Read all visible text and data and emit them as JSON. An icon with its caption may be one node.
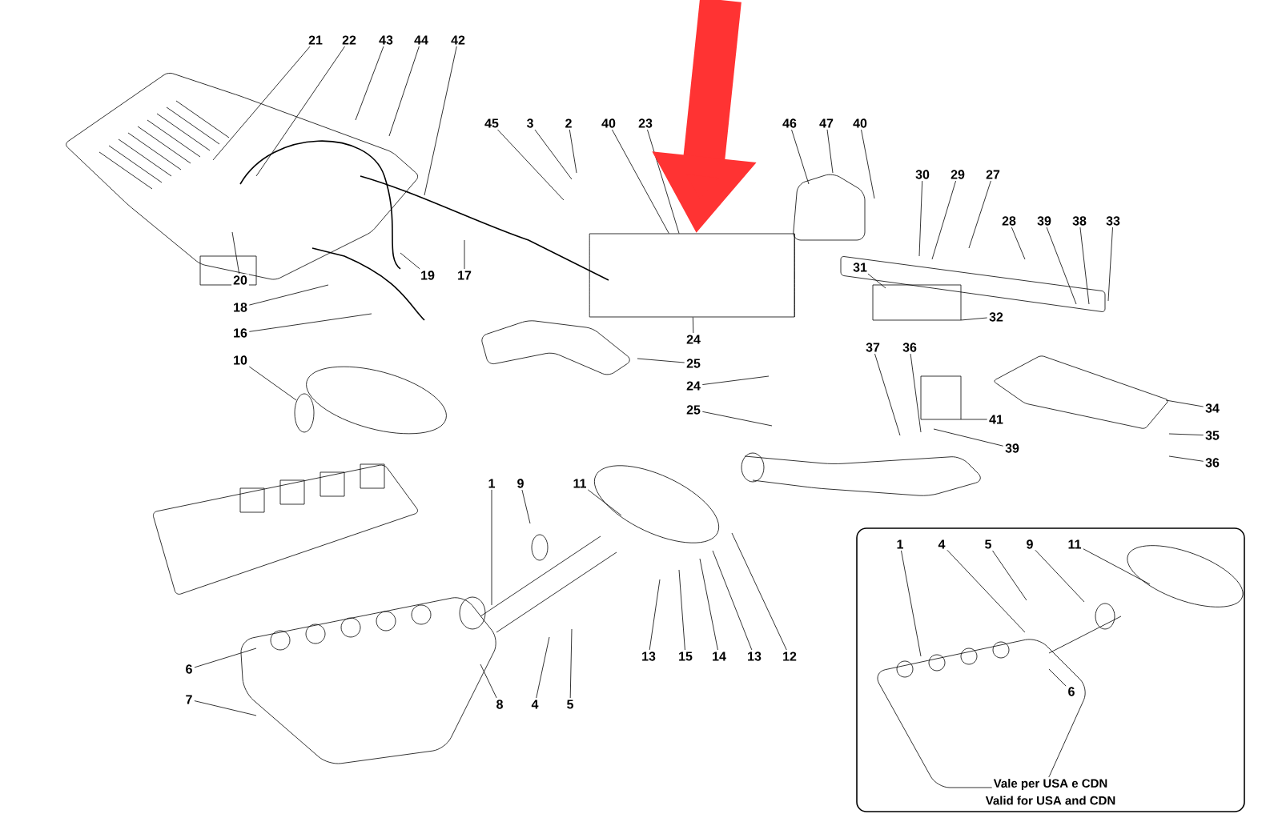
{
  "diagram": {
    "nodes": [
      {
        "text": [
          "21"
        ]
      },
      {
        "text": [
          "22"
        ]
      },
      {
        "text": [
          "43"
        ]
      },
      {
        "text": [
          "44"
        ]
      },
      {
        "text": [
          "42"
        ]
      },
      {
        "text": [
          "45"
        ]
      },
      {
        "text": [
          "3"
        ]
      },
      {
        "text": [
          "2"
        ]
      },
      {
        "text": [
          "40"
        ]
      },
      {
        "text": [
          "23"
        ]
      },
      {
        "text": [
          "46"
        ]
      },
      {
        "text": [
          "47"
        ]
      },
      {
        "text": [
          "40"
        ]
      },
      {
        "text": [
          "30"
        ]
      },
      {
        "text": [
          "29"
        ]
      },
      {
        "text": [
          "27"
        ]
      },
      {
        "text": [
          "20"
        ]
      },
      {
        "text": [
          "19"
        ]
      },
      {
        "text": [
          "17"
        ]
      },
      {
        "text": [
          "18"
        ]
      },
      {
        "text": [
          "16"
        ]
      },
      {
        "text": [
          "10"
        ]
      },
      {
        "text": [
          "28"
        ]
      },
      {
        "text": [
          "39"
        ]
      },
      {
        "text": [
          "38"
        ]
      },
      {
        "text": [
          "33"
        ]
      },
      {
        "text": [
          "31"
        ]
      },
      {
        "text": [
          "32"
        ]
      },
      {
        "text": [
          "24"
        ]
      },
      {
        "text": [
          "25"
        ]
      },
      {
        "text": [
          "24"
        ]
      },
      {
        "text": [
          "25"
        ]
      },
      {
        "text": [
          "37"
        ]
      },
      {
        "text": [
          "36"
        ]
      },
      {
        "text": [
          "34"
        ]
      },
      {
        "text": [
          "41"
        ]
      },
      {
        "text": [
          "35"
        ]
      },
      {
        "text": [
          "39"
        ]
      },
      {
        "text": [
          "36"
        ]
      },
      {
        "text": [
          "1"
        ]
      },
      {
        "text": [
          "9"
        ]
      },
      {
        "text": [
          "11"
        ]
      },
      {
        "text": [
          "13"
        ]
      },
      {
        "text": [
          "15"
        ]
      },
      {
        "text": [
          "14"
        ]
      },
      {
        "text": [
          "13"
        ]
      },
      {
        "text": [
          "12"
        ]
      },
      {
        "text": [
          "6"
        ]
      },
      {
        "text": [
          "7"
        ]
      },
      {
        "text": [
          "8"
        ]
      },
      {
        "text": [
          "4"
        ]
      },
      {
        "text": [
          "5"
        ]
      },
      {
        "text": [
          "Vale per USA e CDN",
          "Valid for USA and CDN"
        ]
      },
      {
        "text": [
          "1"
        ],
        "in": 52
      },
      {
        "text": [
          "4"
        ],
        "in": 52
      },
      {
        "text": [
          "5"
        ],
        "in": 52
      },
      {
        "text": [
          "9"
        ],
        "in": 52
      },
      {
        "text": [
          "11"
        ],
        "in": 52
      },
      {
        "text": [
          "6"
        ],
        "in": 52
      },
      {
        "text": [],
        "shape": "cylinder"
      }
    ],
    "edges": [
      {
        "from": 0,
        "to": null,
        "arrow": "none"
      },
      {
        "from": 1,
        "to": null,
        "arrow": "none"
      },
      {
        "from": 2,
        "to": null,
        "arrow": "none"
      },
      {
        "from": 3,
        "to": null,
        "arrow": "none"
      },
      {
        "from": 4,
        "to": null,
        "arrow": "none"
      },
      {
        "from": 5,
        "to": null,
        "arrow": "none"
      },
      {
        "from": 6,
        "to": null,
        "arrow": "none"
      },
      {
        "from": 7,
        "to": null,
        "arrow": "none"
      },
      {
        "from": 8,
        "to": 59,
        "arrow": "none"
      },
      {
        "from": 9,
        "to": 59,
        "arrow": "none"
      },
      {
        "from": 10,
        "to": null,
        "arrow": "none"
      },
      {
        "from": 11,
        "to": null,
        "arrow": "none"
      },
      {
        "from": 12,
        "to": null,
        "arrow": "none"
      },
      {
        "from": 13,
        "to": null,
        "arrow": "none"
      },
      {
        "from": 14,
        "to": null,
        "arrow": "none"
      },
      {
        "from": 15,
        "to": null,
        "arrow": "none"
      },
      {
        "from": 16,
        "to": null,
        "arrow": "none"
      },
      {
        "from": 17,
        "to": null,
        "arrow": "none"
      },
      {
        "from": 18,
        "to": null,
        "arrow": "none"
      },
      {
        "from": 19,
        "to": null,
        "arrow": "none"
      },
      {
        "from": 20,
        "to": null,
        "arrow": "none"
      },
      {
        "from": 21,
        "to": null,
        "arrow": "none"
      },
      {
        "from": 22,
        "to": null,
        "arrow": "none"
      },
      {
        "from": 23,
        "to": null,
        "arrow": "none"
      },
      {
        "from": 24,
        "to": null,
        "arrow": "none"
      },
      {
        "from": 25,
        "to": null,
        "arrow": "none"
      },
      {
        "from": 26,
        "to": null,
        "arrow": "none"
      },
      {
        "from": 27,
        "to": null,
        "arrow": "none"
      },
      {
        "from": 28,
        "to": 59,
        "arrow": "none"
      },
      {
        "from": 29,
        "to": null,
        "arrow": "none"
      },
      {
        "from": 30,
        "to": null,
        "arrow": "none"
      },
      {
        "from": 31,
        "to": null,
        "arrow": "none"
      },
      {
        "from": 32,
        "to": null,
        "arrow": "none"
      },
      {
        "from": 33,
        "to": null,
        "arrow": "none"
      },
      {
        "from": 34,
        "to": null,
        "arrow": "none"
      },
      {
        "from": 35,
        "to": null,
        "arrow": "none"
      },
      {
        "from": 36,
        "to": null,
        "arrow": "none"
      },
      {
        "from": 37,
        "to": null,
        "arrow": "none"
      },
      {
        "from": 38,
        "to": null,
        "arrow": "none"
      },
      {
        "from": 39,
        "to": null,
        "arrow": "none"
      },
      {
        "from": 40,
        "to": null,
        "arrow": "none"
      },
      {
        "from": 41,
        "to": null,
        "arrow": "none"
      },
      {
        "from": 42,
        "to": null,
        "arrow": "none"
      },
      {
        "from": 43,
        "to": null,
        "arrow": "none"
      },
      {
        "from": 44,
        "to": null,
        "arrow": "none"
      },
      {
        "from": 45,
        "to": null,
        "arrow": "none"
      },
      {
        "from": 46,
        "to": null,
        "arrow": "none"
      },
      {
        "from": 47,
        "to": null,
        "arrow": "none"
      },
      {
        "from": 48,
        "to": null,
        "arrow": "none"
      },
      {
        "from": 49,
        "to": null,
        "arrow": "none"
      },
      {
        "from": 50,
        "to": null,
        "arrow": "none"
      },
      {
        "from": 51,
        "to": null,
        "arrow": "none"
      },
      {
        "from": 53,
        "to": null,
        "arrow": "none"
      },
      {
        "from": 54,
        "to": null,
        "arrow": "none"
      },
      {
        "from": 55,
        "to": null,
        "arrow": "none"
      },
      {
        "from": 56,
        "to": null,
        "arrow": "none"
      },
      {
        "from": 57,
        "to": null,
        "arrow": "none"
      },
      {
        "from": 58,
        "to": null,
        "arrow": "none"
      },
      {
        "from": null,
        "to": 59,
        "arrow": "to",
        "style": "thick",
        "color": "#ff3333"
      }
    ]
  }
}
